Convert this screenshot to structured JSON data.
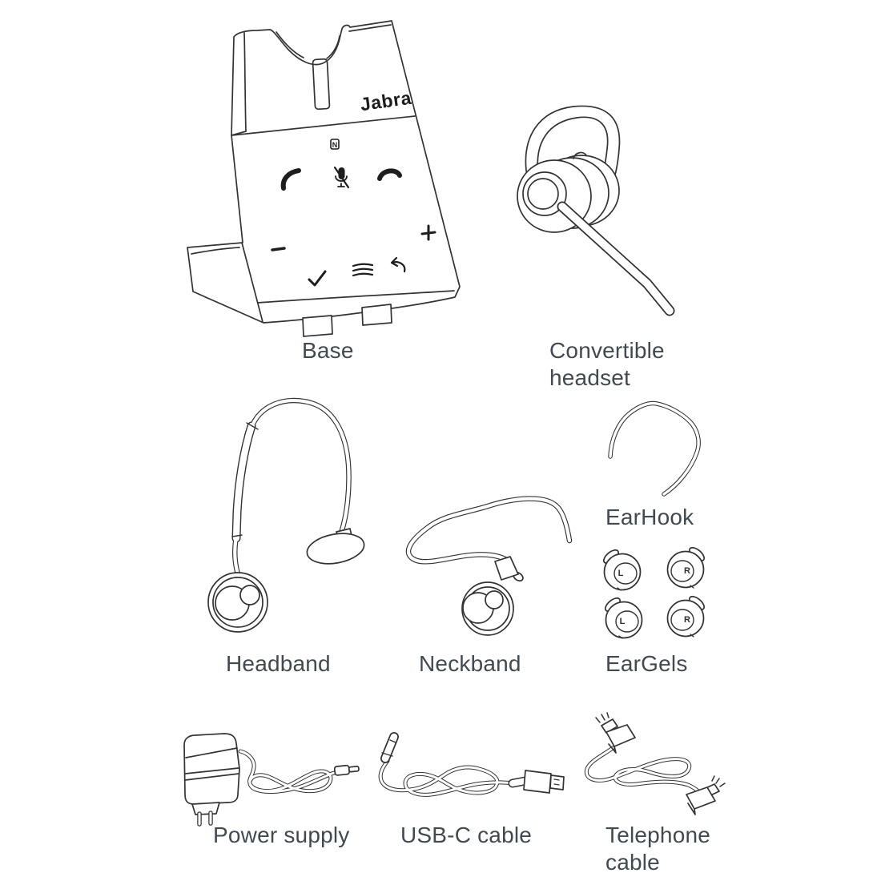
{
  "page": {
    "background": "#ffffff",
    "line_color": "#333333",
    "label_color": "#414a50"
  },
  "items": {
    "base": {
      "label": "Base",
      "brand": "Jabra",
      "nfc_marker": "N",
      "control_icons": [
        "nfc",
        "accept-call",
        "mute-microphone",
        "end-call",
        "volume-down",
        "volume-up",
        "confirm",
        "menu",
        "back"
      ]
    },
    "convertible_headset": {
      "label_line1": "Convertible",
      "label_line2": "headset"
    },
    "headband": {
      "label": "Headband"
    },
    "neckband": {
      "label": "Neckband"
    },
    "earhook": {
      "label": "EarHook"
    },
    "eargels": {
      "label": "EarGels",
      "left_marker": "L",
      "right_marker": "R"
    },
    "power_supply": {
      "label": "Power supply"
    },
    "usbc_cable": {
      "label": "USB-C cable"
    },
    "telephone_cable": {
      "label_line1": "Telephone",
      "label_line2": "cable"
    }
  }
}
